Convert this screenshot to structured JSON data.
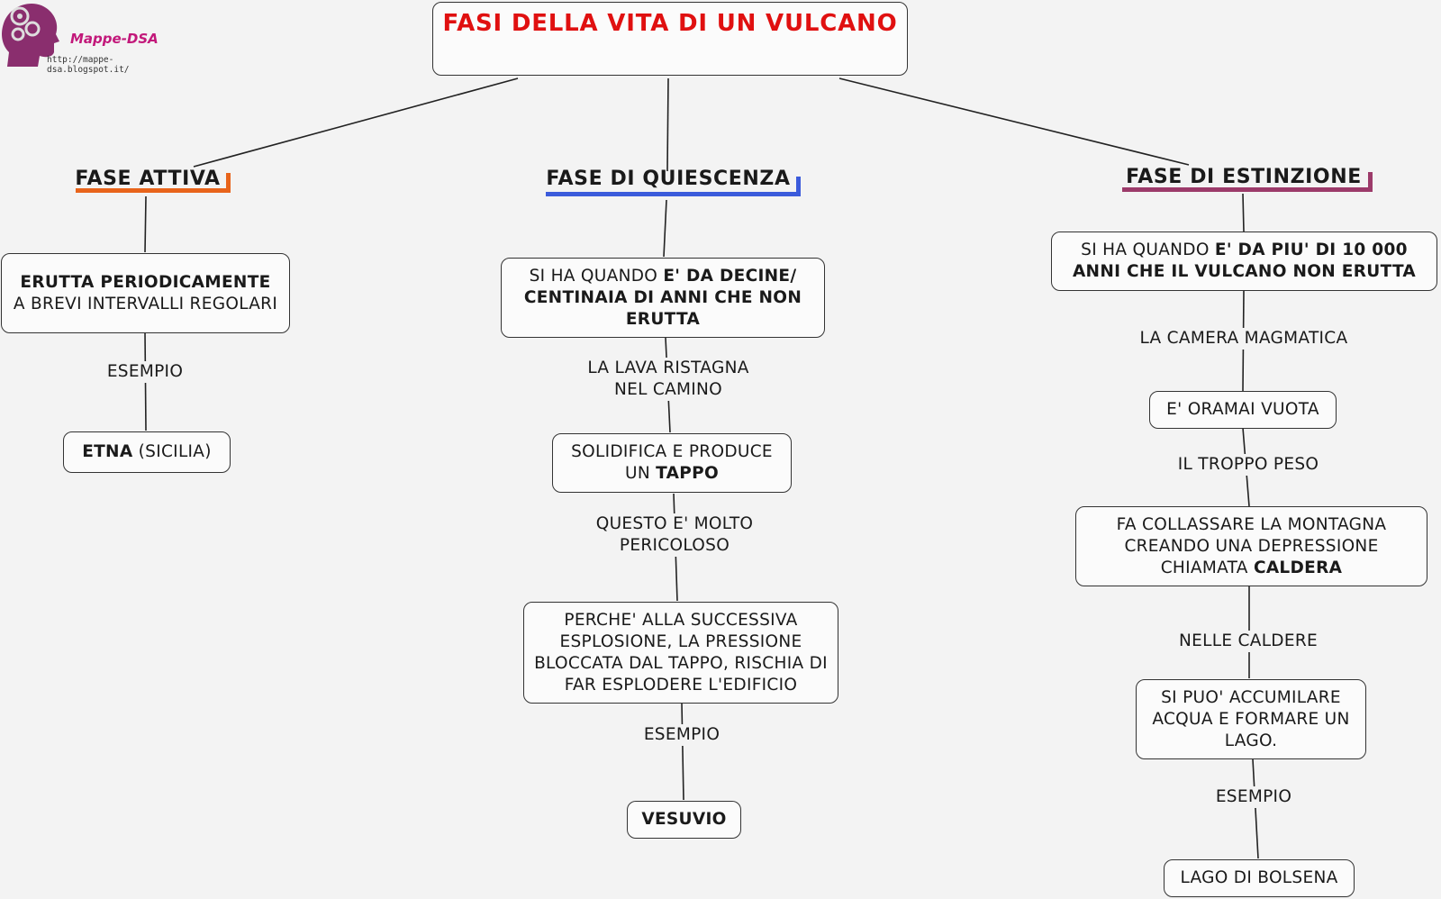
{
  "title": {
    "text": "FASI DELLA VITA DI UN VULCANO",
    "color": "#e01010"
  },
  "logo": {
    "name": "Mappe-DSA",
    "url": "http://mappe-dsa.blogspot.it/",
    "color": "#c2187a",
    "icon": "head-gears-icon"
  },
  "colors": {
    "attiva": "#e8641b",
    "quiescenza": "#3b5bdb",
    "estinzione": "#9c3a6a"
  },
  "attiva": {
    "heading": "FASE ATTIVA",
    "box1": {
      "bold": "ERUTTA PERIODICAMENTE",
      "rest": "A BREVI INTERVALLI REGOLARI"
    },
    "link1": "ESEMPIO",
    "box2": {
      "bold": "ETNA",
      "rest": " (SICILIA)"
    }
  },
  "quiescenza": {
    "heading": "FASE DI QUIESCENZA",
    "box1": {
      "pre": "SI HA QUANDO ",
      "bold": "E' DA DECINE/ CENTINAIA DI ANNI CHE NON ERUTTA"
    },
    "link1": "LA LAVA RISTAGNA NEL CAMINO",
    "box2": {
      "pre": "SOLIDIFICA E PRODUCE UN ",
      "bold": "TAPPO"
    },
    "link2": "QUESTO E' MOLTO PERICOLOSO",
    "box3": {
      "text": "PERCHE' ALLA SUCCESSIVA ESPLOSIONE, LA PRESSIONE BLOCCATA DAL TAPPO, RISCHIA DI FAR ESPLODERE L'EDIFICIO"
    },
    "link3": "ESEMPIO",
    "box4": {
      "bold": "VESUVIO"
    }
  },
  "estinzione": {
    "heading": "FASE DI ESTINZIONE",
    "box1": {
      "pre": "SI HA QUANDO ",
      "bold": "E' DA PIU' DI 10 000 ANNI CHE IL VULCANO NON ERUTTA"
    },
    "link1": "LA CAMERA MAGMATICA",
    "box2": {
      "text": "E' ORAMAI VUOTA"
    },
    "link2": "IL TROPPO PESO",
    "box3": {
      "pre": "FA COLLASSARE LA MONTAGNA CREANDO UNA DEPRESSIONE CHIAMATA ",
      "bold": "CALDERA"
    },
    "link3": "NELLE CALDERE",
    "box4": {
      "text": "SI PUO' ACCUMILARE ACQUA E FORMARE UN LAGO."
    },
    "link4": "ESEMPIO",
    "box5": {
      "text": "LAGO DI BOLSENA"
    }
  }
}
